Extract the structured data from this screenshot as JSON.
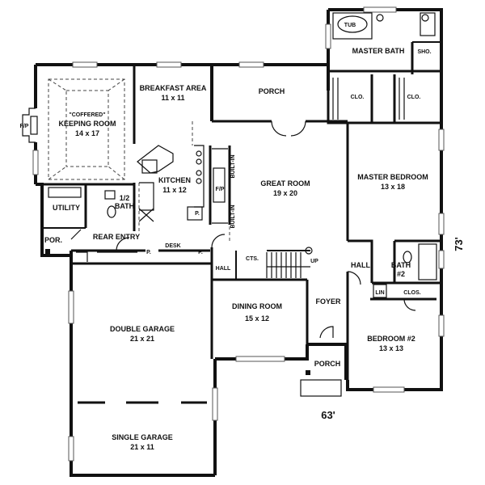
{
  "rooms": {
    "master_bath": "MASTER BATH",
    "tub": "TUB",
    "sho": "SHO.",
    "clo_left": "CLO.",
    "clo_right": "CLO.",
    "porch_top": "PORCH",
    "breakfast": "BREAKFAST AREA",
    "breakfast_dim": "11 x 11",
    "coffered": "\"COFFERED\"",
    "keeping": "KEEPING ROOM",
    "keeping_dim": "14 x 17",
    "fp_left": "F/P",
    "kitchen": "KITCHEN",
    "kitchen_dim": "11 x 12",
    "fp_center": "F/P",
    "builtin_top": "BUILT-IN",
    "builtin_bottom": "BUILT-IN",
    "great_room": "GREAT ROOM",
    "great_room_dim": "19 x 20",
    "master_bedroom": "MASTER BEDROOM",
    "master_bedroom_dim": "13 x 18",
    "utility": "UTILITY",
    "half_bath": "1/2",
    "half_bath2": "BATH",
    "pantry_p": "P.",
    "por": "POR.",
    "rear_entry": "REAR ENTRY",
    "desk": "DESK",
    "p_left": "P.",
    "p_right": "P.",
    "hall_left": "HALL",
    "cts": "CTS.",
    "up": "UP",
    "hall_right": "HALL",
    "bath2": "BATH",
    "bath2_num": "#2",
    "lin": "LIN",
    "clos": "CLOS.",
    "dining": "DINING ROOM",
    "dining_dim": "15 x 12",
    "foyer": "FOYER",
    "double_garage": "DOUBLE GARAGE",
    "double_garage_dim": "21 x 21",
    "bedroom2": "BEDROOM #2",
    "bedroom2_dim": "13 x 13",
    "porch_front": "PORCH",
    "single_garage": "SINGLE GARAGE",
    "single_garage_dim": "21 x 11"
  },
  "dimensions": {
    "width": "63'",
    "depth": "73'"
  }
}
